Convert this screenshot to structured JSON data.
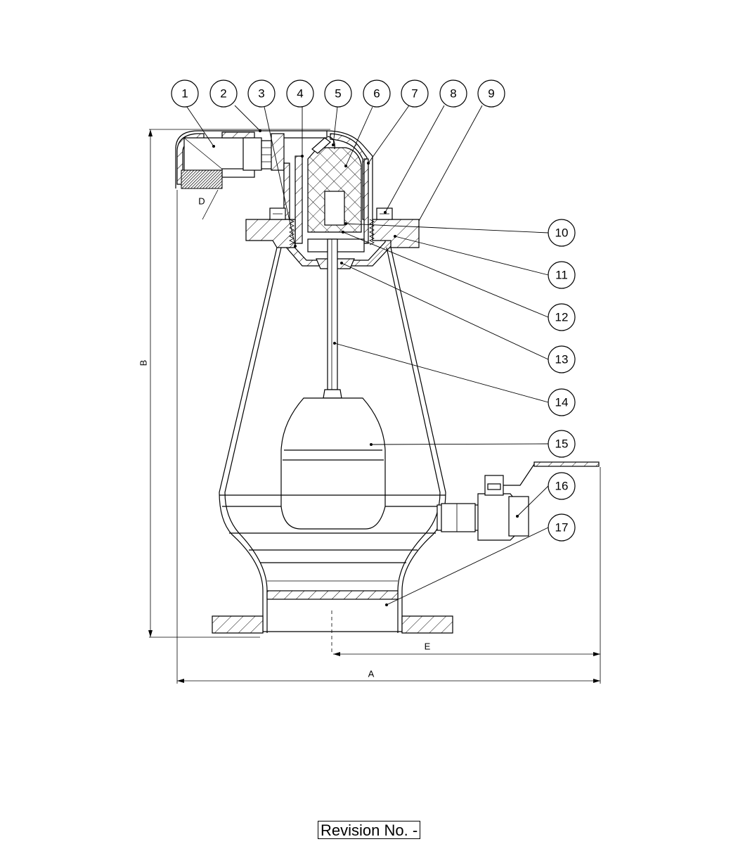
{
  "balloons": [
    "1",
    "2",
    "3",
    "4",
    "5",
    "6",
    "7",
    "8",
    "9",
    "10",
    "11",
    "12",
    "13",
    "14",
    "15",
    "16",
    "17"
  ],
  "dimensions": {
    "A": "A",
    "B": "B",
    "D": "D",
    "E": "E"
  },
  "revision": "Revision No. -"
}
